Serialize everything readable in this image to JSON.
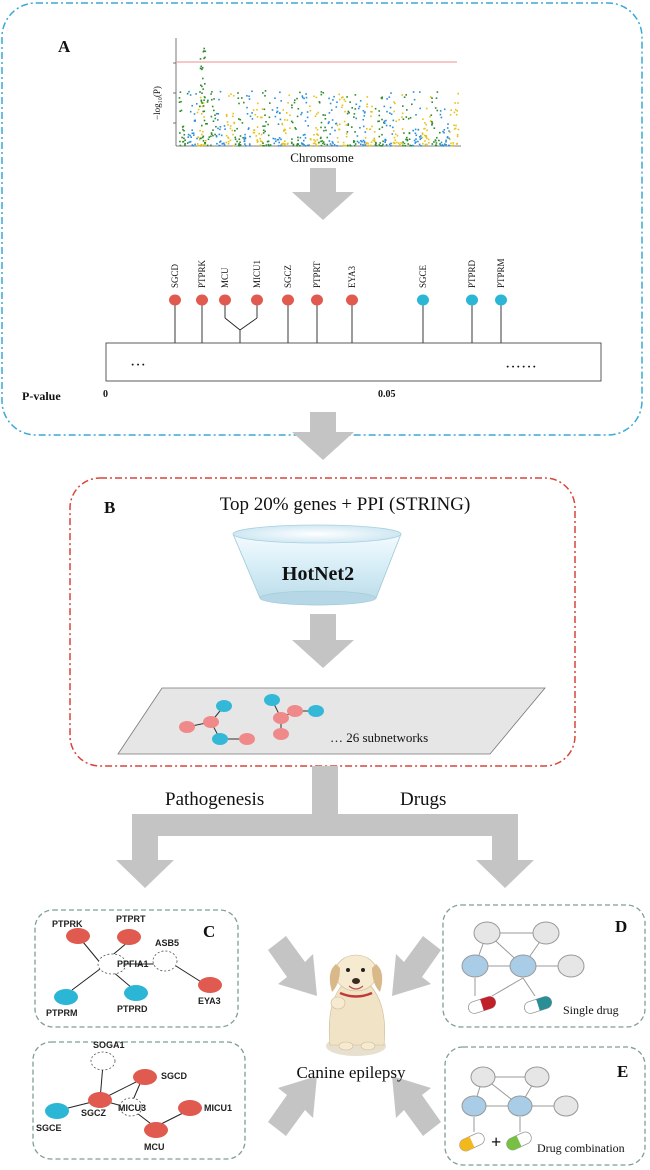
{
  "panel_a": {
    "label": "A",
    "y_axis_label": "−log₁₀(P)",
    "x_axis_label": "Chromsome",
    "p_value_label": "P-value",
    "tick_0": "0",
    "tick_mid": "0.05",
    "ellipsis_left": "···",
    "ellipsis_right": "······",
    "genes": [
      {
        "name": "SGCD",
        "color": "#e05a4f"
      },
      {
        "name": "PTPRK",
        "color": "#e05a4f"
      },
      {
        "name": "MCU",
        "color": "#e05a4f"
      },
      {
        "name": "MICU1",
        "color": "#e05a4f"
      },
      {
        "name": "SGCZ",
        "color": "#e05a4f"
      },
      {
        "name": "PTPRT",
        "color": "#e05a4f"
      },
      {
        "name": "EYA3",
        "color": "#e05a4f"
      },
      {
        "name": "SGCE",
        "color": "#2bb6d6"
      },
      {
        "name": "PTPRD",
        "color": "#2bb6d6"
      },
      {
        "name": "PTPRM",
        "color": "#2bb6d6"
      }
    ]
  },
  "panel_b": {
    "label": "B",
    "title": "Top 20% genes + PPI (STRING)",
    "method": "HotNet2",
    "subnetworks": "… 26 subnetworks"
  },
  "branches": {
    "left": "Pathogenesis",
    "right": "Drugs"
  },
  "panel_c": {
    "label": "C",
    "net1": {
      "PTPRK": "PTPRK",
      "PTPRT": "PTPRT",
      "ASB5": "ASB5",
      "PPFIA1": "PPFIA1",
      "PTPRM": "PTPRM",
      "PTPRD": "PTPRD",
      "EYA3": "EYA3"
    },
    "net2": {
      "SOGA1": "SOGA1",
      "SGCD": "SGCD",
      "SGCZ": "SGCZ",
      "MICU3": "MICU3",
      "MICU1": "MICU1",
      "SGCE": "SGCE",
      "MCU": "MCU"
    }
  },
  "center": {
    "label": "Canine epilepsy"
  },
  "panel_d": {
    "label": "D",
    "caption": "Single drug"
  },
  "panel_e": {
    "label": "E",
    "caption": "Drug combination",
    "plus": "+"
  },
  "colors": {
    "red_node": "#e05a4f",
    "blue_node": "#2bb6d6",
    "pink_node": "#f08a8a",
    "cyan_node": "#34b8d8",
    "frame_a": "#3aa9d6",
    "frame_b": "#d8453a",
    "frame_cde": "#7fa08f",
    "arrow": "#c4c4c4"
  }
}
